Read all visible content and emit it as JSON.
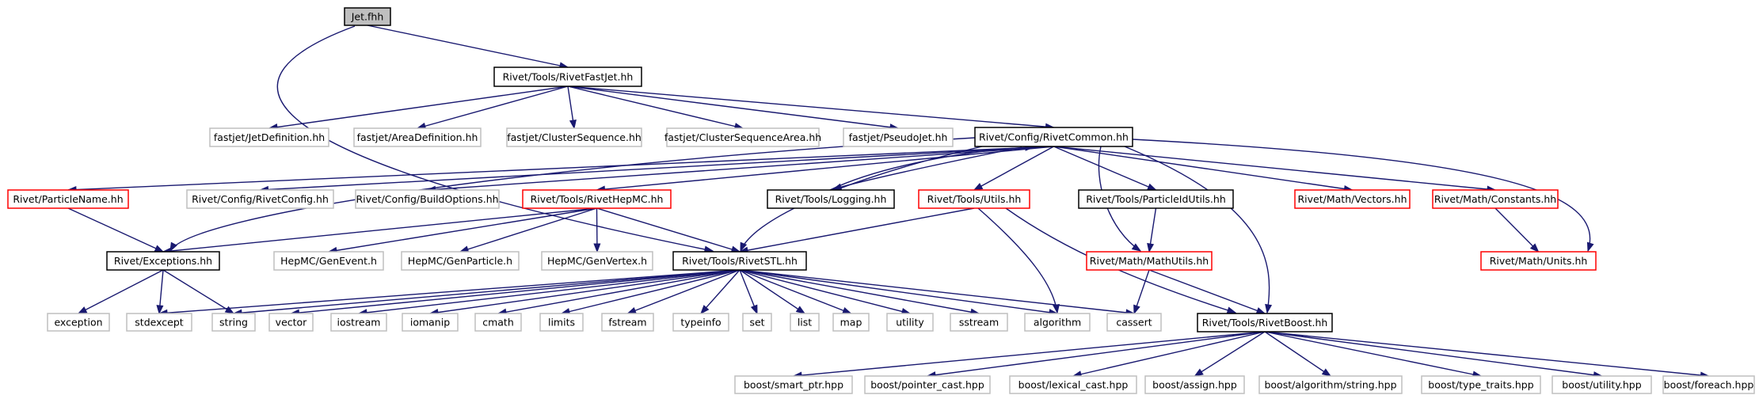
{
  "colors": {
    "edge": "#191970",
    "root_fill": "#bfbfbf",
    "border_black": "#000000",
    "border_red": "#ff0000",
    "border_gray": "#bfbfbf"
  },
  "nodes": [
    {
      "id": "jet",
      "label": "Jet.fhh",
      "kind": "root"
    },
    {
      "id": "fastjet_hh",
      "label": "Rivet/Tools/RivetFastJet.hh",
      "kind": "black"
    },
    {
      "id": "jetdef",
      "label": "fastjet/JetDefinition.hh",
      "kind": "gray"
    },
    {
      "id": "areadef",
      "label": "fastjet/AreaDefinition.hh",
      "kind": "gray"
    },
    {
      "id": "clseq",
      "label": "fastjet/ClusterSequence.hh",
      "kind": "gray"
    },
    {
      "id": "clseqarea",
      "label": "fastjet/ClusterSequenceArea.hh",
      "kind": "gray"
    },
    {
      "id": "pseudojet",
      "label": "fastjet/PseudoJet.hh",
      "kind": "gray"
    },
    {
      "id": "common",
      "label": "Rivet/Config/RivetCommon.hh",
      "kind": "black"
    },
    {
      "id": "particlename",
      "label": "Rivet/ParticleName.hh",
      "kind": "red"
    },
    {
      "id": "rivetconfig",
      "label": "Rivet/Config/RivetConfig.hh",
      "kind": "gray"
    },
    {
      "id": "buildoptions",
      "label": "Rivet/Config/BuildOptions.hh",
      "kind": "gray"
    },
    {
      "id": "hepmc",
      "label": "Rivet/Tools/RivetHepMC.hh",
      "kind": "red"
    },
    {
      "id": "logging",
      "label": "Rivet/Tools/Logging.hh",
      "kind": "black"
    },
    {
      "id": "utils",
      "label": "Rivet/Tools/Utils.hh",
      "kind": "red"
    },
    {
      "id": "pidutils",
      "label": "Rivet/Tools/ParticleIdUtils.hh",
      "kind": "black"
    },
    {
      "id": "vectors",
      "label": "Rivet/Math/Vectors.hh",
      "kind": "red"
    },
    {
      "id": "constants",
      "label": "Rivet/Math/Constants.hh",
      "kind": "red"
    },
    {
      "id": "exceptions",
      "label": "Rivet/Exceptions.hh",
      "kind": "black"
    },
    {
      "id": "genevent",
      "label": "HepMC/GenEvent.h",
      "kind": "gray"
    },
    {
      "id": "genparticle",
      "label": "HepMC/GenParticle.h",
      "kind": "gray"
    },
    {
      "id": "genvertex",
      "label": "HepMC/GenVertex.h",
      "kind": "gray"
    },
    {
      "id": "stl",
      "label": "Rivet/Tools/RivetSTL.hh",
      "kind": "black"
    },
    {
      "id": "mathutils",
      "label": "Rivet/Math/MathUtils.hh",
      "kind": "red"
    },
    {
      "id": "units",
      "label": "Rivet/Math/Units.hh",
      "kind": "red"
    },
    {
      "id": "exception",
      "label": "exception",
      "kind": "gray"
    },
    {
      "id": "stdexcept",
      "label": "stdexcept",
      "kind": "gray"
    },
    {
      "id": "string",
      "label": "string",
      "kind": "gray"
    },
    {
      "id": "vector",
      "label": "vector",
      "kind": "gray"
    },
    {
      "id": "iostream",
      "label": "iostream",
      "kind": "gray"
    },
    {
      "id": "iomanip",
      "label": "iomanip",
      "kind": "gray"
    },
    {
      "id": "cmath",
      "label": "cmath",
      "kind": "gray"
    },
    {
      "id": "limits",
      "label": "limits",
      "kind": "gray"
    },
    {
      "id": "fstream",
      "label": "fstream",
      "kind": "gray"
    },
    {
      "id": "typeinfo",
      "label": "typeinfo",
      "kind": "gray"
    },
    {
      "id": "set",
      "label": "set",
      "kind": "gray"
    },
    {
      "id": "list",
      "label": "list",
      "kind": "gray"
    },
    {
      "id": "map",
      "label": "map",
      "kind": "gray"
    },
    {
      "id": "utility",
      "label": "utility",
      "kind": "gray"
    },
    {
      "id": "sstream",
      "label": "sstream",
      "kind": "gray"
    },
    {
      "id": "algorithm",
      "label": "algorithm",
      "kind": "gray"
    },
    {
      "id": "cassert",
      "label": "cassert",
      "kind": "gray"
    },
    {
      "id": "boost_hh",
      "label": "Rivet/Tools/RivetBoost.hh",
      "kind": "black"
    },
    {
      "id": "smart_ptr",
      "label": "boost/smart_ptr.hpp",
      "kind": "gray"
    },
    {
      "id": "pointer_cast",
      "label": "boost/pointer_cast.hpp",
      "kind": "gray"
    },
    {
      "id": "lexical_cast",
      "label": "boost/lexical_cast.hpp",
      "kind": "gray"
    },
    {
      "id": "assign",
      "label": "boost/assign.hpp",
      "kind": "gray"
    },
    {
      "id": "alg_string",
      "label": "boost/algorithm/string.hpp",
      "kind": "gray"
    },
    {
      "id": "type_traits",
      "label": "boost/type_traits.hpp",
      "kind": "gray"
    },
    {
      "id": "b_utility",
      "label": "boost/utility.hpp",
      "kind": "gray"
    },
    {
      "id": "foreach",
      "label": "boost/foreach.hpp",
      "kind": "gray"
    }
  ],
  "edges": [
    [
      "jet",
      "fastjet_hh"
    ],
    [
      "jet",
      "stl"
    ],
    [
      "fastjet_hh",
      "jetdef"
    ],
    [
      "fastjet_hh",
      "areadef"
    ],
    [
      "fastjet_hh",
      "clseq"
    ],
    [
      "fastjet_hh",
      "clseqarea"
    ],
    [
      "fastjet_hh",
      "pseudojet"
    ],
    [
      "fastjet_hh",
      "common"
    ],
    [
      "common",
      "particlename"
    ],
    [
      "common",
      "rivetconfig"
    ],
    [
      "common",
      "buildoptions"
    ],
    [
      "common",
      "hepmc"
    ],
    [
      "common",
      "logging"
    ],
    [
      "common",
      "utils"
    ],
    [
      "common",
      "pidutils"
    ],
    [
      "common",
      "vectors"
    ],
    [
      "common",
      "constants"
    ],
    [
      "common",
      "units"
    ],
    [
      "common",
      "exceptions"
    ],
    [
      "common",
      "stl"
    ],
    [
      "common",
      "mathutils"
    ],
    [
      "common",
      "boost_hh"
    ],
    [
      "logging",
      "common"
    ],
    [
      "particlename",
      "exceptions"
    ],
    [
      "hepmc",
      "exceptions"
    ],
    [
      "hepmc",
      "genevent"
    ],
    [
      "hepmc",
      "genparticle"
    ],
    [
      "hepmc",
      "genvertex"
    ],
    [
      "hepmc",
      "stl"
    ],
    [
      "utils",
      "stl"
    ],
    [
      "utils",
      "algorithm"
    ],
    [
      "utils",
      "boost_hh"
    ],
    [
      "pidutils",
      "mathutils"
    ],
    [
      "constants",
      "units"
    ],
    [
      "mathutils",
      "cassert"
    ],
    [
      "mathutils",
      "boost_hh"
    ],
    [
      "exceptions",
      "exception"
    ],
    [
      "exceptions",
      "stdexcept"
    ],
    [
      "exceptions",
      "string"
    ],
    [
      "stl",
      "stdexcept"
    ],
    [
      "stl",
      "string"
    ],
    [
      "stl",
      "vector"
    ],
    [
      "stl",
      "iostream"
    ],
    [
      "stl",
      "iomanip"
    ],
    [
      "stl",
      "cmath"
    ],
    [
      "stl",
      "limits"
    ],
    [
      "stl",
      "fstream"
    ],
    [
      "stl",
      "typeinfo"
    ],
    [
      "stl",
      "set"
    ],
    [
      "stl",
      "list"
    ],
    [
      "stl",
      "map"
    ],
    [
      "stl",
      "utility"
    ],
    [
      "stl",
      "sstream"
    ],
    [
      "stl",
      "algorithm"
    ],
    [
      "stl",
      "cassert"
    ],
    [
      "boost_hh",
      "smart_ptr"
    ],
    [
      "boost_hh",
      "pointer_cast"
    ],
    [
      "boost_hh",
      "lexical_cast"
    ],
    [
      "boost_hh",
      "assign"
    ],
    [
      "boost_hh",
      "alg_string"
    ],
    [
      "boost_hh",
      "type_traits"
    ],
    [
      "boost_hh",
      "b_utility"
    ],
    [
      "boost_hh",
      "foreach"
    ]
  ]
}
